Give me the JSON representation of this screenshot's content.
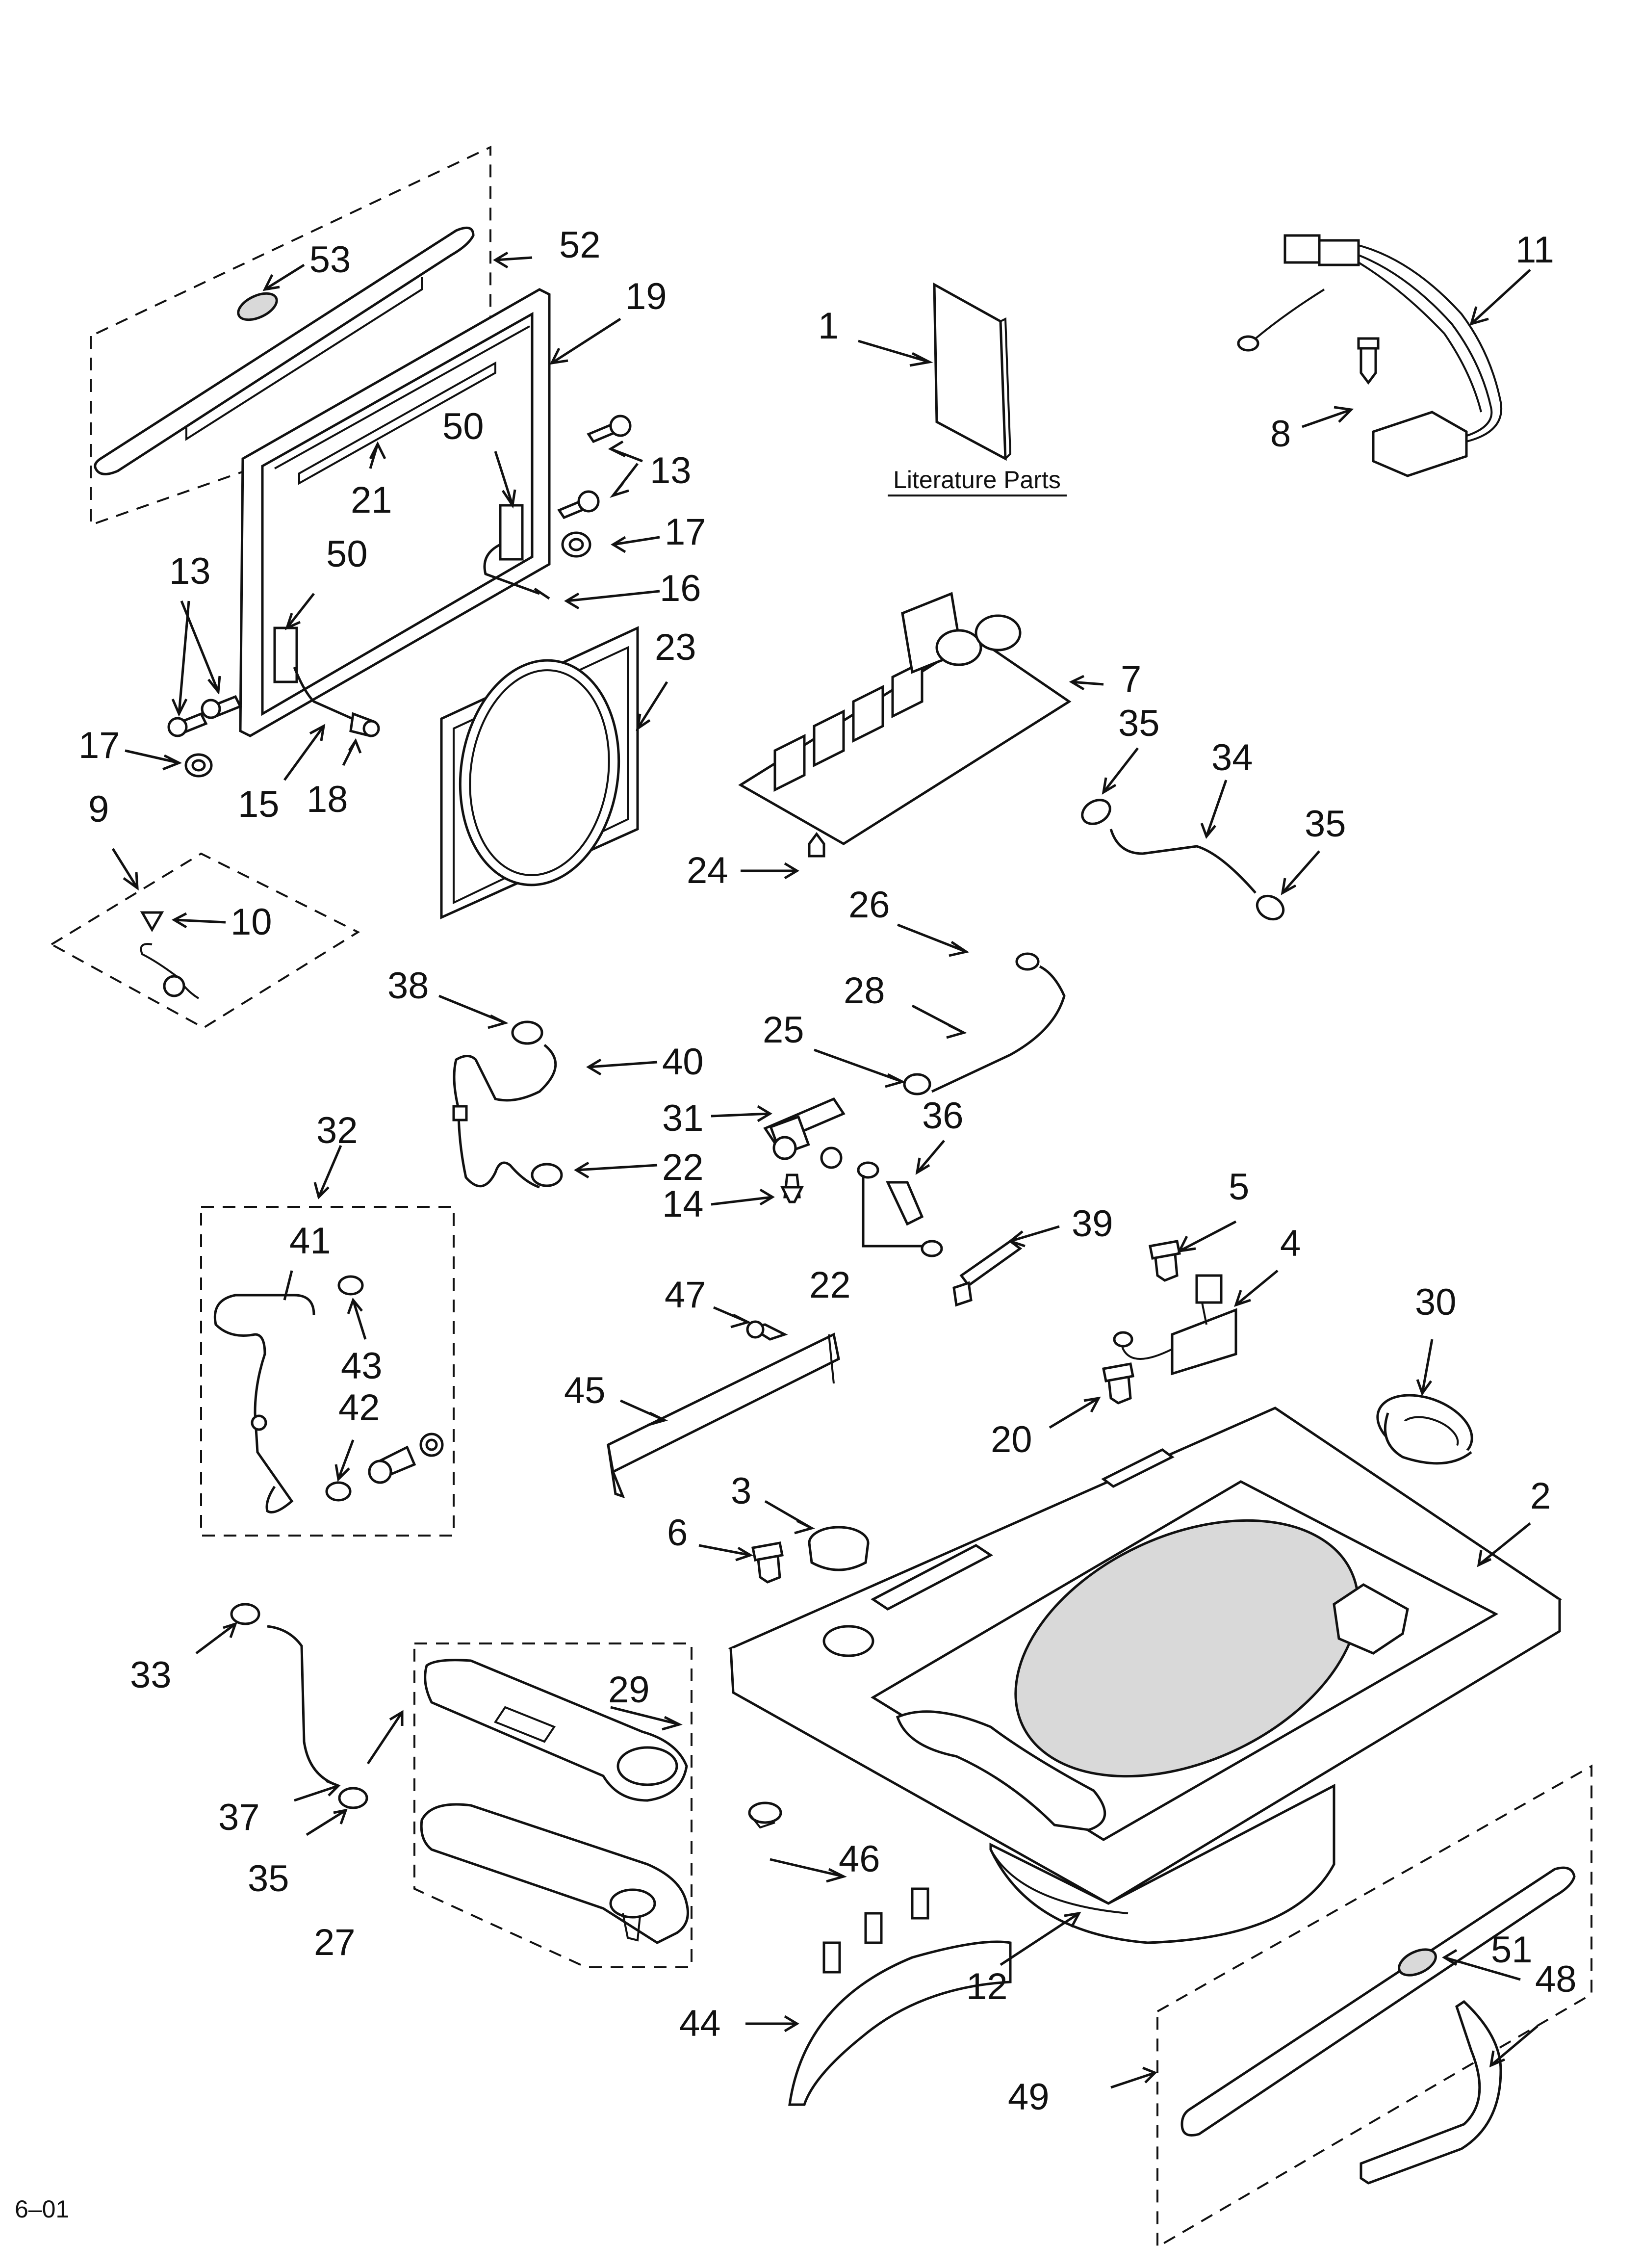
{
  "diagram": {
    "callouts": [
      {
        "id": "1",
        "text": "1"
      },
      {
        "id": "2",
        "text": "2"
      },
      {
        "id": "3",
        "text": "3"
      },
      {
        "id": "4",
        "text": "4"
      },
      {
        "id": "5",
        "text": "5"
      },
      {
        "id": "6",
        "text": "6"
      },
      {
        "id": "7",
        "text": "7"
      },
      {
        "id": "8",
        "text": "8"
      },
      {
        "id": "9",
        "text": "9"
      },
      {
        "id": "10",
        "text": "10"
      },
      {
        "id": "11",
        "text": "11"
      },
      {
        "id": "12",
        "text": "12"
      },
      {
        "id": "13a",
        "text": "13"
      },
      {
        "id": "13b",
        "text": "13"
      },
      {
        "id": "14",
        "text": "14"
      },
      {
        "id": "15",
        "text": "15"
      },
      {
        "id": "16",
        "text": "16"
      },
      {
        "id": "17a",
        "text": "17"
      },
      {
        "id": "17b",
        "text": "17"
      },
      {
        "id": "18",
        "text": "18"
      },
      {
        "id": "19",
        "text": "19"
      },
      {
        "id": "20",
        "text": "20"
      },
      {
        "id": "21",
        "text": "21"
      },
      {
        "id": "22a",
        "text": "22"
      },
      {
        "id": "22b",
        "text": "22"
      },
      {
        "id": "23",
        "text": "23"
      },
      {
        "id": "24",
        "text": "24"
      },
      {
        "id": "25",
        "text": "25"
      },
      {
        "id": "26",
        "text": "26"
      },
      {
        "id": "27",
        "text": "27"
      },
      {
        "id": "28",
        "text": "28"
      },
      {
        "id": "29",
        "text": "29"
      },
      {
        "id": "30",
        "text": "30"
      },
      {
        "id": "31",
        "text": "31"
      },
      {
        "id": "32",
        "text": "32"
      },
      {
        "id": "33",
        "text": "33"
      },
      {
        "id": "34",
        "text": "34"
      },
      {
        "id": "35a",
        "text": "35"
      },
      {
        "id": "35b",
        "text": "35"
      },
      {
        "id": "35c",
        "text": "35"
      },
      {
        "id": "36",
        "text": "36"
      },
      {
        "id": "37",
        "text": "37"
      },
      {
        "id": "38",
        "text": "38"
      },
      {
        "id": "39",
        "text": "39"
      },
      {
        "id": "40",
        "text": "40"
      },
      {
        "id": "41",
        "text": "41"
      },
      {
        "id": "42",
        "text": "42"
      },
      {
        "id": "43",
        "text": "43"
      },
      {
        "id": "44",
        "text": "44"
      },
      {
        "id": "45",
        "text": "45"
      },
      {
        "id": "46",
        "text": "46"
      },
      {
        "id": "47",
        "text": "47"
      },
      {
        "id": "48",
        "text": "48"
      },
      {
        "id": "49",
        "text": "49"
      },
      {
        "id": "50a",
        "text": "50"
      },
      {
        "id": "50b",
        "text": "50"
      },
      {
        "id": "51",
        "text": "51"
      },
      {
        "id": "52",
        "text": "52"
      },
      {
        "id": "53",
        "text": "53"
      }
    ],
    "literature_label": "Literature Parts",
    "footer_code": "6–01"
  }
}
